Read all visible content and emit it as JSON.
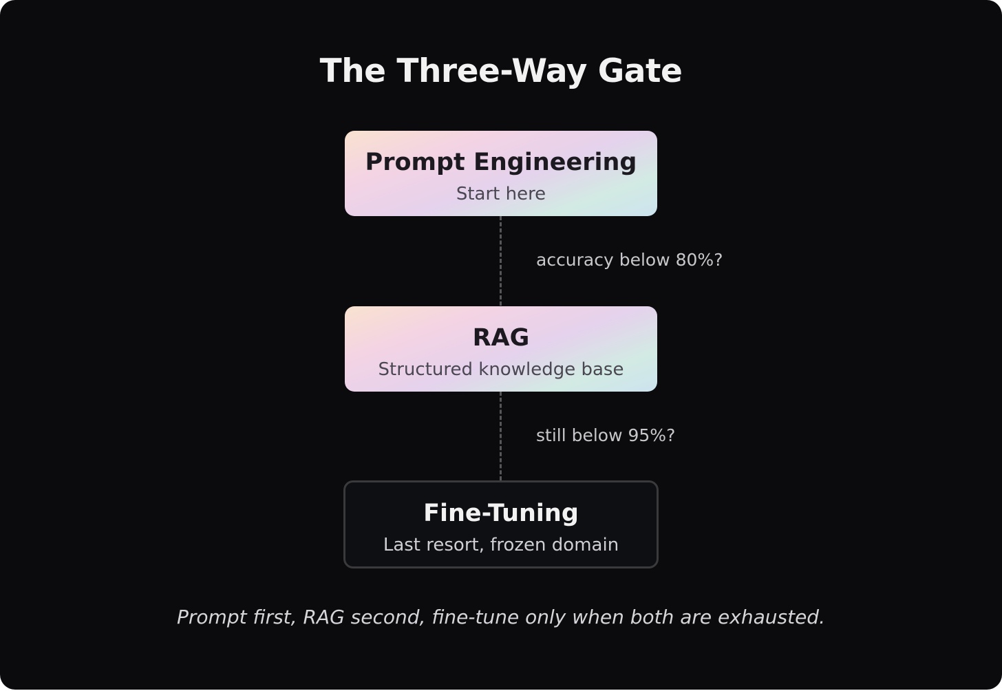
{
  "title": "The Three-Way Gate",
  "nodes": [
    {
      "title": "Prompt Engineering",
      "subtitle": "Start here"
    },
    {
      "title": "RAG",
      "subtitle": "Structured knowledge base"
    },
    {
      "title": "Fine-Tuning",
      "subtitle": "Last resort, frozen domain"
    }
  ],
  "edges": [
    {
      "label": "accuracy below 80%?"
    },
    {
      "label": "still below 95%?"
    }
  ],
  "footer": "Prompt first, RAG second, fine-tune only when both are exhausted.",
  "colors": {
    "background": "#0b0b0d",
    "pastel_gradient": [
      "#f9e2cf",
      "#f3d3e4",
      "#e5d2ec",
      "#d2eae3",
      "#cde3ef"
    ],
    "dark_node_border": "#3a3a3d"
  }
}
